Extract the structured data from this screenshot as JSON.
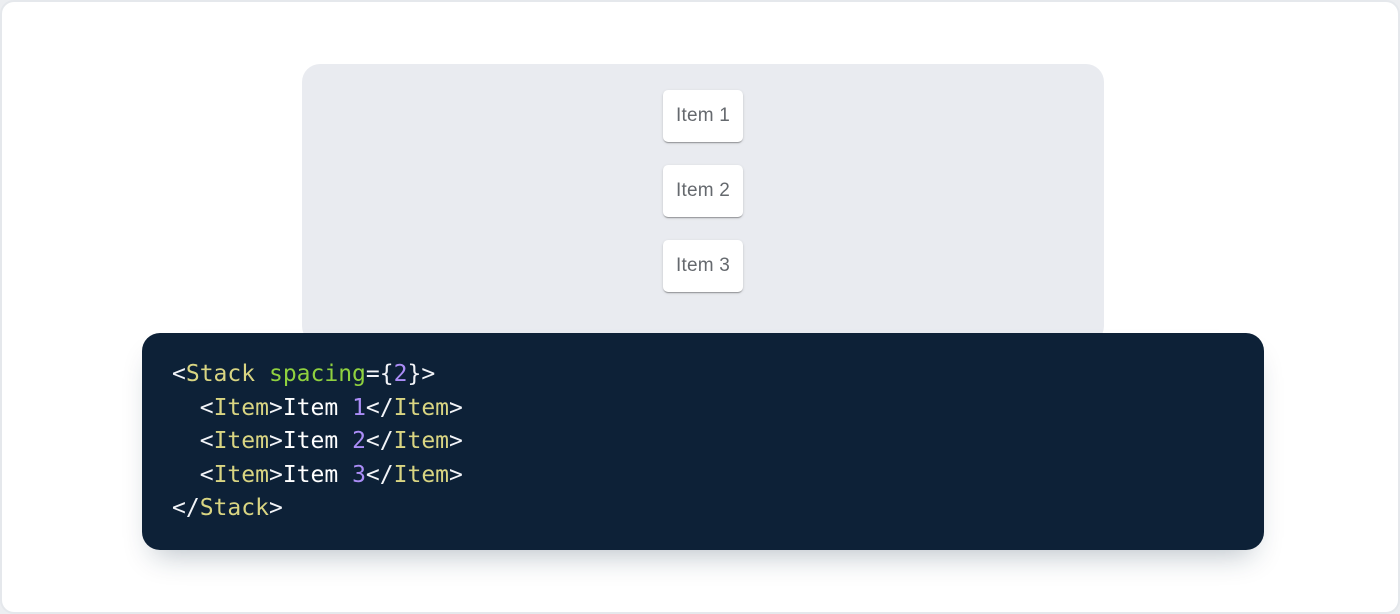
{
  "stack_demo": {
    "items": [
      "Item 1",
      "Item 2",
      "Item 3"
    ]
  },
  "code_block": {
    "lines": [
      [
        {
          "t": "<",
          "c": "punc"
        },
        {
          "t": "Stack",
          "c": "tag"
        },
        {
          "t": " ",
          "c": "plain"
        },
        {
          "t": "spacing",
          "c": "attr"
        },
        {
          "t": "={",
          "c": "punc"
        },
        {
          "t": "2",
          "c": "num"
        },
        {
          "t": "}>",
          "c": "punc"
        }
      ],
      [
        {
          "t": "  ",
          "c": "plain"
        },
        {
          "t": "<",
          "c": "punc"
        },
        {
          "t": "Item",
          "c": "tag"
        },
        {
          "t": ">",
          "c": "punc"
        },
        {
          "t": "Item ",
          "c": "plain"
        },
        {
          "t": "1",
          "c": "num"
        },
        {
          "t": "</",
          "c": "punc"
        },
        {
          "t": "Item",
          "c": "tag"
        },
        {
          "t": ">",
          "c": "punc"
        }
      ],
      [
        {
          "t": "  ",
          "c": "plain"
        },
        {
          "t": "<",
          "c": "punc"
        },
        {
          "t": "Item",
          "c": "tag"
        },
        {
          "t": ">",
          "c": "punc"
        },
        {
          "t": "Item ",
          "c": "plain"
        },
        {
          "t": "2",
          "c": "num"
        },
        {
          "t": "</",
          "c": "punc"
        },
        {
          "t": "Item",
          "c": "tag"
        },
        {
          "t": ">",
          "c": "punc"
        }
      ],
      [
        {
          "t": "  ",
          "c": "plain"
        },
        {
          "t": "<",
          "c": "punc"
        },
        {
          "t": "Item",
          "c": "tag"
        },
        {
          "t": ">",
          "c": "punc"
        },
        {
          "t": "Item ",
          "c": "plain"
        },
        {
          "t": "3",
          "c": "num"
        },
        {
          "t": "</",
          "c": "punc"
        },
        {
          "t": "Item",
          "c": "tag"
        },
        {
          "t": ">",
          "c": "punc"
        }
      ],
      [
        {
          "t": "</",
          "c": "punc"
        },
        {
          "t": "Stack",
          "c": "tag"
        },
        {
          "t": ">",
          "c": "punc"
        }
      ]
    ]
  },
  "colors": {
    "page_border": "#e5e8ec",
    "panel_bg": "#e9ebf0",
    "item_text": "#65696e",
    "code_bg": "#0d2137",
    "code_text": "#ffffff",
    "code_punctuation": "#f2f4f8",
    "code_tag": "#d9d582",
    "code_attr": "#8fd13f",
    "code_number": "#ab8df7"
  }
}
